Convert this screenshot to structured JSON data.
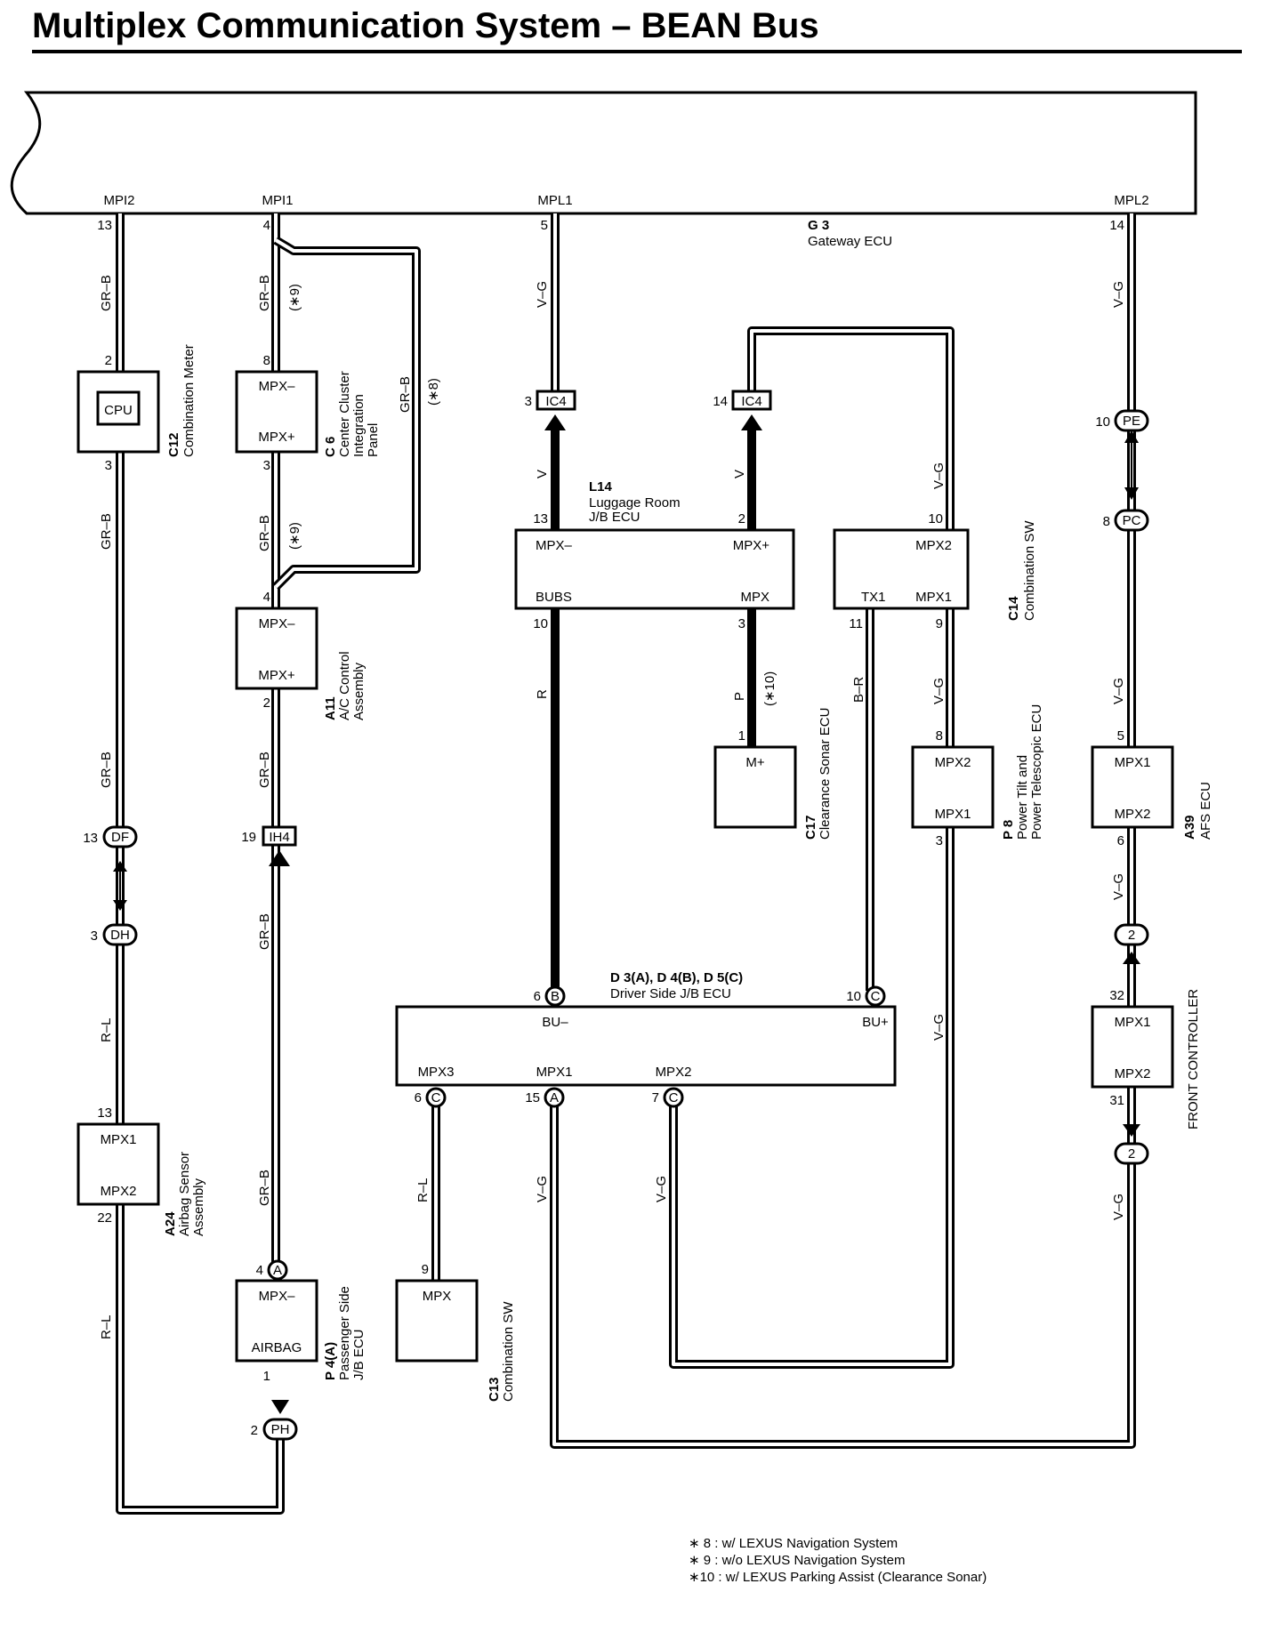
{
  "title": "Multiplex Communication System – BEAN Bus",
  "gateway": {
    "code": "G 3",
    "name": "Gateway ECU",
    "terminals": [
      {
        "label": "MPI2",
        "pin": "13"
      },
      {
        "label": "MPI1",
        "pin": "4"
      },
      {
        "label": "MPL1",
        "pin": "5"
      },
      {
        "label": "MPL2",
        "pin": "14"
      }
    ]
  },
  "components": {
    "c12": {
      "code": "C12",
      "name": "Combination Meter",
      "inner": "CPU",
      "pin_top": "2",
      "pin_bottom": "3"
    },
    "c6": {
      "code": "C 6",
      "name_lines": [
        "Center Cluster",
        "Integration",
        "Panel"
      ],
      "t_top": "MPX–",
      "t_bottom": "MPX+",
      "pin_top": "8",
      "pin_bottom": "3"
    },
    "a11": {
      "code": "A11",
      "name_lines": [
        "A/C Control",
        "Assembly"
      ],
      "t_top": "MPX–",
      "t_bottom": "MPX+",
      "pin_top": "4",
      "pin_bottom": "2"
    },
    "a24": {
      "code": "A24",
      "name_lines": [
        "Airbag Sensor",
        "Assembly"
      ],
      "t_top": "MPX1",
      "t_bottom": "MPX2",
      "pin_top": "13",
      "pin_bottom": "22"
    },
    "p4": {
      "code": "P 4(A)",
      "name_lines": [
        "Passenger Side",
        "J/B ECU"
      ],
      "t_top": "MPX–",
      "t_bottom": "AIRBAG",
      "pin_top": "4",
      "pin_top_conn": "A",
      "pin_bottom": "1"
    },
    "l14": {
      "code": "L14",
      "name_lines": [
        "Luggage Room",
        "J/B ECU"
      ],
      "t_tl": "MPX–",
      "t_tr": "MPX+",
      "t_bl": "BUBS",
      "t_br": "MPX",
      "pin_tl": "13",
      "pin_tr": "2",
      "pin_bl": "10",
      "pin_br": "3"
    },
    "c17": {
      "code": "C17",
      "name": "Clearance Sonar ECU",
      "terminal": "M+",
      "pin": "1"
    },
    "c14": {
      "code": "C14",
      "name": "Combination SW",
      "t_tr": "MPX2",
      "t_bl": "TX1",
      "t_br": "MPX1",
      "pin_tr": "10",
      "pin_bl": "11",
      "pin_br": "9"
    },
    "p8": {
      "code": "P 8",
      "name_lines": [
        "Power Tilt and",
        "Power Telescopic ECU"
      ],
      "t_top": "MPX2",
      "t_bottom": "MPX1",
      "pin_top": "8",
      "pin_bottom": "3"
    },
    "a39": {
      "code": "A39",
      "name": "AFS ECU",
      "t_top": "MPX1",
      "t_bottom": "MPX2",
      "pin_top": "5",
      "pin_bottom": "6"
    },
    "d3": {
      "code": "D 3(A), D 4(B), D 5(C)",
      "name": "Driver Side J/B ECU",
      "t_bu_minus": "BU–",
      "t_bu_plus": "BU+",
      "t_mpx3": "MPX3",
      "t_mpx1": "MPX1",
      "t_mpx2": "MPX2",
      "pin_bu_minus": "6",
      "conn_bu_minus": "B",
      "pin_bu_plus": "10",
      "conn_bu_plus": "C",
      "pin_mpx3": "6",
      "conn_mpx3": "C",
      "pin_mpx1": "15",
      "conn_mpx1": "A",
      "pin_mpx2": "7",
      "conn_mpx2": "C"
    },
    "c13": {
      "code": "C13",
      "name": "Combination SW",
      "terminal": "MPX",
      "pin": "9"
    },
    "front": {
      "name": "FRONT CONTROLLER",
      "t_top": "MPX1",
      "t_bottom": "MPX2",
      "pin_top": "32",
      "pin_bottom": "31"
    }
  },
  "connectors": {
    "df": {
      "label": "DF",
      "pin": "13"
    },
    "dh": {
      "label": "DH",
      "pin": "3"
    },
    "ih4": {
      "label": "IH4",
      "pin": "19"
    },
    "ph": {
      "label": "PH",
      "pin": "2"
    },
    "ic4a": {
      "label": "IC4",
      "pin": "3"
    },
    "ic4b": {
      "label": "IC4",
      "pin": "14"
    },
    "pe": {
      "label": "PE",
      "pin": "10"
    },
    "pc": {
      "label": "PC",
      "pin": "8"
    },
    "j2a": {
      "label": "2"
    },
    "j2b": {
      "label": "2"
    }
  },
  "wire_colors": {
    "gr_b": "GR–B",
    "v_g": "V–G",
    "v": "V",
    "r": "R",
    "p": "P",
    "b_r": "B–R",
    "r_l": "R–L"
  },
  "marks": {
    "m9": "(∗9)",
    "m8": "(∗8)",
    "m10": "(∗10)"
  },
  "notes": [
    "∗ 8 : w/ LEXUS Navigation System",
    "∗ 9 : w/o LEXUS Navigation System",
    "∗10 : w/ LEXUS Parking Assist (Clearance Sonar)"
  ]
}
